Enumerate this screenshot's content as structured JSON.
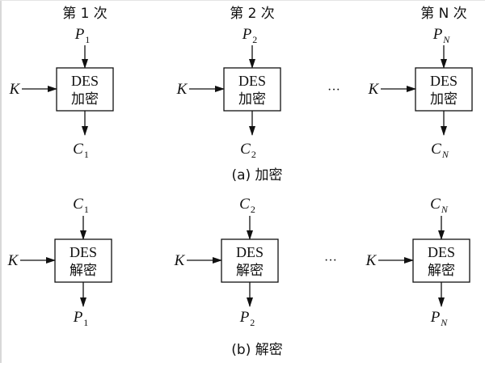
{
  "figure": {
    "encryption": {
      "caption": "(a)  加密",
      "stages": [
        {
          "round_label": "第 1 次",
          "input_main": "P",
          "input_sub": "1",
          "key": "K",
          "box_line1": "DES",
          "box_line2": "加密",
          "output_main": "C",
          "output_sub": "1"
        },
        {
          "round_label": "第 2 次",
          "input_main": "P",
          "input_sub": "2",
          "key": "K",
          "box_line1": "DES",
          "box_line2": "加密",
          "output_main": "C",
          "output_sub": "2"
        },
        {
          "round_label": "第 N 次",
          "input_main": "P",
          "input_sub": "N",
          "key": "K",
          "box_line1": "DES",
          "box_line2": "加密",
          "output_main": "C",
          "output_sub": "N"
        }
      ],
      "ellipsis": "···"
    },
    "decryption": {
      "caption": "(b) 解密",
      "stages": [
        {
          "input_main": "C",
          "input_sub": "1",
          "key": "K",
          "box_line1": "DES",
          "box_line2": "解密",
          "output_main": "P",
          "output_sub": "1"
        },
        {
          "input_main": "C",
          "input_sub": "2",
          "key": "K",
          "box_line1": "DES",
          "box_line2": "解密",
          "output_main": "P",
          "output_sub": "2"
        },
        {
          "input_main": "C",
          "input_sub": "N",
          "key": "K",
          "box_line1": "DES",
          "box_line2": "解密",
          "output_main": "P",
          "output_sub": "N"
        }
      ],
      "ellipsis": "···"
    }
  }
}
